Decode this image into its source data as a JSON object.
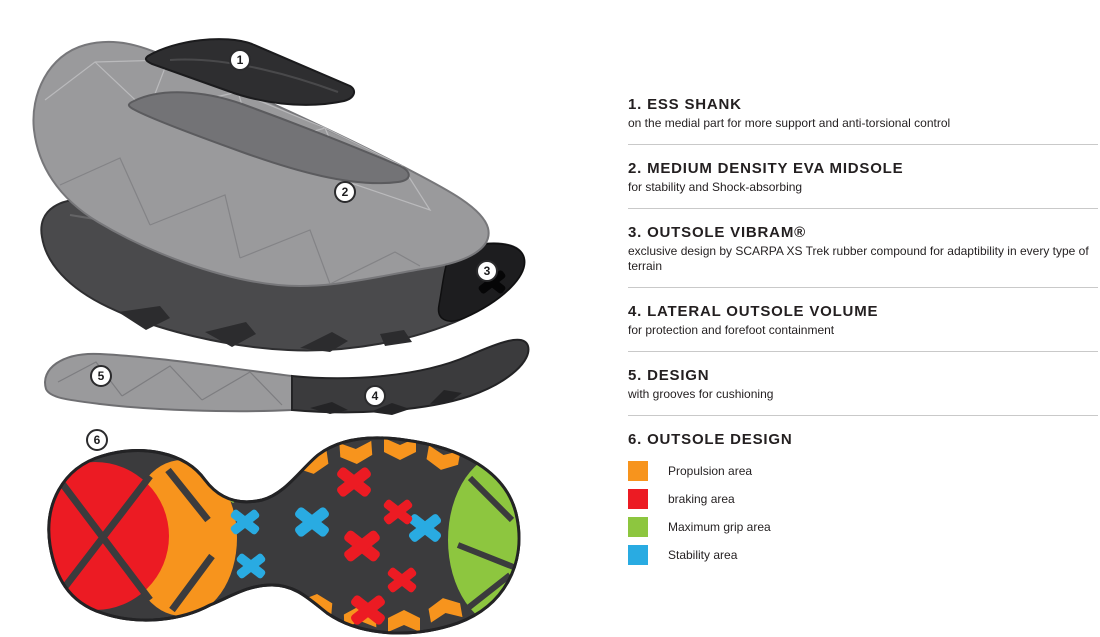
{
  "diagram": {
    "markers": [
      {
        "label": "1"
      },
      {
        "label": "2"
      },
      {
        "label": "3"
      },
      {
        "label": "4"
      },
      {
        "label": "5"
      },
      {
        "label": "6"
      }
    ],
    "colors": {
      "shank_black": "#2e2e30",
      "midsole_gray": "#9a9a9c",
      "outsole_dark": "#4a4a4c",
      "propulsion_orange": "#f7941d",
      "braking_red": "#ec1b23",
      "grip_green": "#8dc63f",
      "stability_cyan": "#29abe2"
    }
  },
  "legend": {
    "sections": [
      {
        "title": "1. ESS SHANK",
        "description": "on the medial part for more support and anti-torsional control"
      },
      {
        "title": "2. MEDIUM DENSITY EVA MIDSOLE",
        "description": "for stability and Shock-absorbing"
      },
      {
        "title": "3. OUTSOLE VIBRAM®",
        "description": "exclusive design by SCARPA XS Trek rubber compound for adaptibility in every type of terrain"
      },
      {
        "title": "4. LATERAL OUTSOLE VOLUME",
        "description": "for protection and forefoot containment"
      },
      {
        "title": "5. DESIGN",
        "description": "with grooves for cushioning"
      },
      {
        "title": "6. OUTSOLE DESIGN",
        "description": ""
      }
    ],
    "color_key": [
      {
        "label": "Propulsion area",
        "color": "#f7941d"
      },
      {
        "label": "braking area",
        "color": "#ec1b23"
      },
      {
        "label": "Maximum grip area",
        "color": "#8dc63f"
      },
      {
        "label": "Stability area",
        "color": "#29abe2"
      }
    ]
  }
}
